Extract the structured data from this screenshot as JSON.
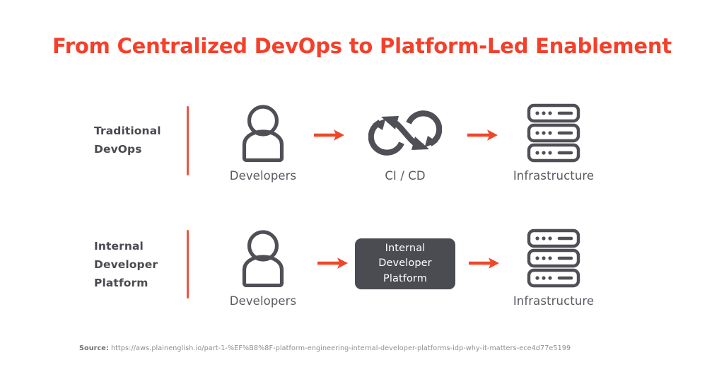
{
  "title": "From Centralized DevOps to Platform-Led Enablement",
  "colors": {
    "title_red": "#f4402b",
    "arrow_red": "#f04628",
    "divider_red": "#ef5340",
    "icon_gray": "#4f4f56",
    "caption_gray": "#5a5a61",
    "box_gray": "#4b4b52",
    "box_text": "#ffffff",
    "source_gray": "#8d8d95",
    "background": "#ffffff"
  },
  "rows": [
    {
      "label_lines": [
        "Traditional",
        "DevOps"
      ],
      "label": "Traditional DevOps",
      "stages": [
        {
          "icon": "person-icon",
          "caption": "Developers"
        },
        {
          "icon": "infinity-cicd-icon",
          "caption": "CI / CD"
        },
        {
          "icon": "server-stack-icon",
          "caption": "Infrastructure"
        }
      ],
      "arrows": [
        "arrow-right-icon",
        "arrow-right-icon"
      ]
    },
    {
      "label_lines": [
        "Internal",
        "Developer",
        "Platform"
      ],
      "label": "Internal Developer Platform",
      "stages": [
        {
          "icon": "person-icon",
          "caption": "Developers"
        },
        {
          "icon": "idp-box",
          "caption": ""
        },
        {
          "icon": "server-stack-icon",
          "caption": "Infrastructure"
        }
      ],
      "arrows": [
        "arrow-right-icon",
        "arrow-right-icon"
      ],
      "box_lines": [
        "Internal",
        "Developer",
        "Platform"
      ],
      "box_text": "Internal Developer Platform"
    }
  ],
  "source": {
    "label": "Source:",
    "url": "https://aws.plainenglish.io/part-1-%EF%B8%8F-platform-engineering-internal-developer-platforms-idp-why-it-matters-ece4d77e5199"
  }
}
